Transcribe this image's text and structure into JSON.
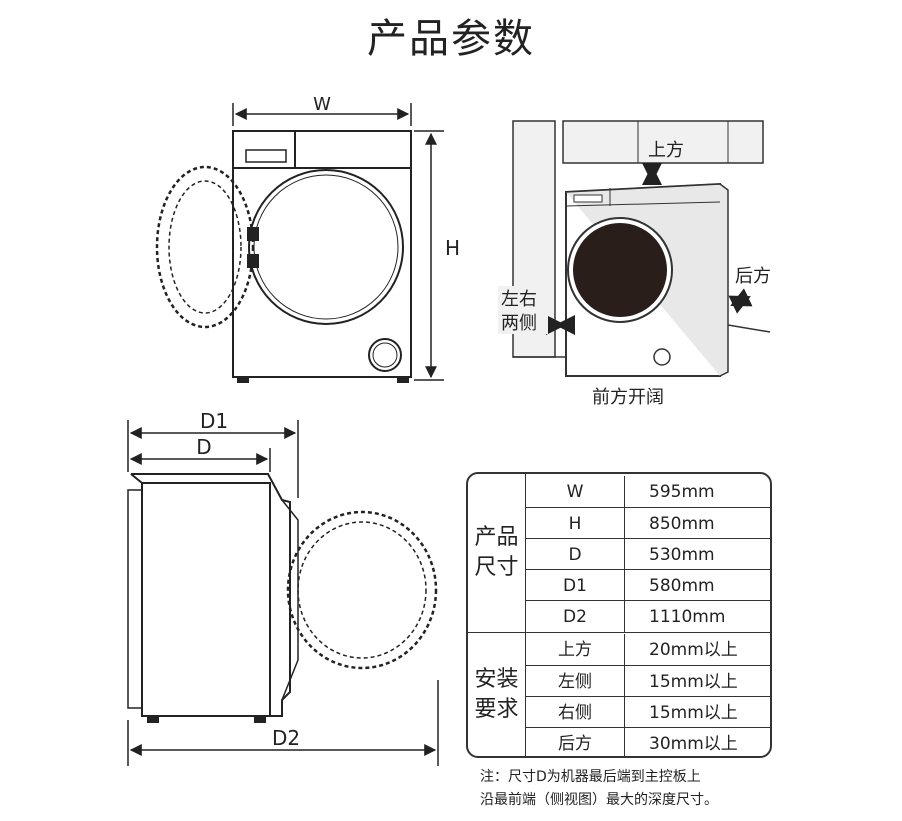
{
  "title": "产品参数",
  "dims": {
    "w": "W",
    "h": "H",
    "d1": "D1",
    "d": "D",
    "d2": "D2"
  },
  "install_diagram": {
    "top": "上方",
    "rear": "后方",
    "sides_line1": "左右",
    "sides_line2": "两侧",
    "front": "前方开阔"
  },
  "spec_table": {
    "groups": [
      {
        "label_line1": "产品",
        "label_line2": "尺寸",
        "rows": [
          {
            "key": "W",
            "value": "595mm"
          },
          {
            "key": "H",
            "value": "850mm"
          },
          {
            "key": "D",
            "value": "530mm"
          },
          {
            "key": "D1",
            "value": "580mm"
          },
          {
            "key": "D2",
            "value": "1110mm"
          }
        ]
      },
      {
        "label_line1": "安装",
        "label_line2": "要求",
        "rows": [
          {
            "key": "上方",
            "value": "20mm以上"
          },
          {
            "key": "左侧",
            "value": "15mm以上"
          },
          {
            "key": "右侧",
            "value": "15mm以上"
          },
          {
            "key": "后方",
            "value": "30mm以上"
          }
        ]
      }
    ]
  },
  "note": {
    "line1": "注：尺寸D为机器最后端到主控板上",
    "line2": "沿最前端（侧视图）最大的深度尺寸。"
  }
}
